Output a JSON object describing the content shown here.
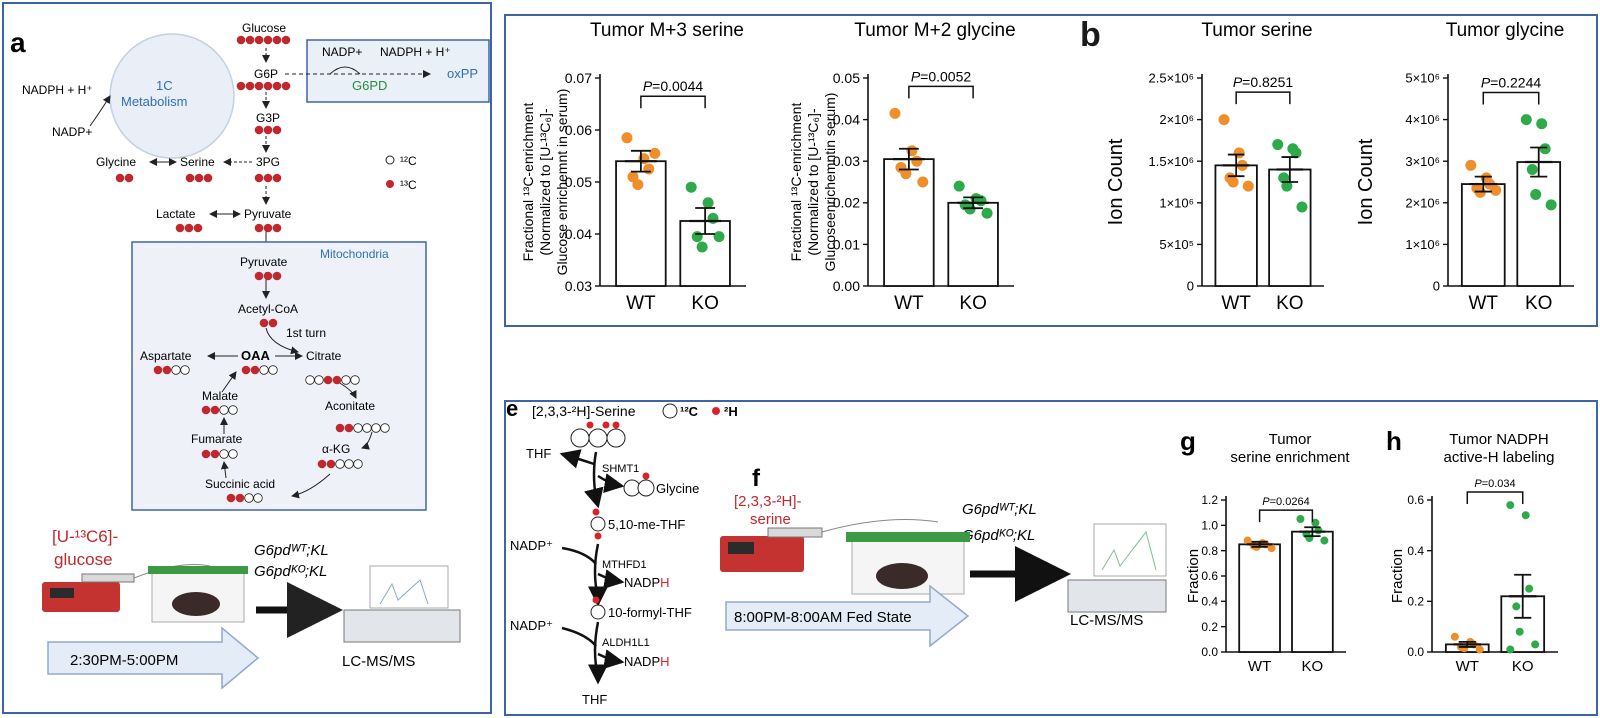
{
  "panel_a": {
    "letter": "a",
    "metabolites": {
      "glucose": "Glucose",
      "g6p": "G6P",
      "g3p": "G3P",
      "pg3": "3PG",
      "serine": "Serine",
      "glycine": "Glycine",
      "lactate": "Lactate",
      "pyruvate": "Pyruvate",
      "pyruvate_mito": "Pyruvate",
      "acetyl_coa": "Acetyl-CoA",
      "first_turn": "1st turn",
      "oaa": "OAA",
      "citrate": "Citrate",
      "aspartate": "Aspartate",
      "aconitate": "Aconitate",
      "malate": "Malate",
      "fumarate": "Fumarate",
      "akg": "α-KG",
      "succinic": "Succinic acid"
    },
    "one_c_line1": "1C",
    "one_c_line2": "Metabolism",
    "nadph_h": "NADPH + H⁺",
    "nadp": "NADP+",
    "oxpp_nadp": "NADP+",
    "oxpp_nadph": "NADPH + H⁺",
    "g6pd": "G6PD",
    "oxpp": "oxPP",
    "mitochondria": "Mitochondria",
    "legend_12c": "¹²C",
    "legend_13c": "¹³C",
    "tracer_line1": "[U-¹³C6]-",
    "tracer_line2": "glucose",
    "genotype_wt": "G6pdᵂᵀ;KL",
    "genotype_ko": "G6pdᴷᴼ;KL",
    "time_window": "2:30PM-5:00PM",
    "lcms": "LC-MS/MS"
  },
  "panel_b": {
    "letter": "b"
  },
  "panel_e": {
    "letter": "e",
    "tracer": "[2,3,3-²H]-Serine",
    "legend_12c": "¹²C",
    "legend_2h": "²H",
    "thf_top": "THF",
    "shmt1": "SHMT1",
    "glycine": "Glycine",
    "methylene_thf": "5,10-me-THF",
    "nadp1": "NADP⁺",
    "mthfd1": "MTHFD1",
    "nadph1_main": "NADP",
    "nadph1_h": "H",
    "formyl_thf": "10-formyl-THF",
    "nadp2": "NADP⁺",
    "aldh1l1": "ALDH1L1",
    "nadph2_main": "NADP",
    "nadph2_h": "H",
    "thf_bottom": "THF"
  },
  "panel_f": {
    "letter": "f",
    "tracer_line1": "[2,3,3-²H]-",
    "tracer_line2": "serine",
    "genotype_wt": "G6pdᵂᵀ;KL",
    "genotype_ko": "G6pdᴷᴼ;KL",
    "time_window": "8:00PM-8:00AM  Fed State",
    "lcms": "LC-MS/MS"
  },
  "colors": {
    "wt": "#ee8f2c",
    "ko": "#2eaa4a",
    "red": "#c0282e",
    "frame": "#3e64a8",
    "blue_text": "#2f6fb5",
    "mito_fill": "#eef2f8"
  },
  "chart_data": [
    {
      "id": "m3serine",
      "type": "bar",
      "title": "Tumor M+3 serine",
      "ylabel_lines": [
        "Fractional ¹³C-enrichment",
        "(Normalized to [U-¹³C₆]-",
        "Glucose enrichemnt in serum)"
      ],
      "categories": [
        "WT",
        "KO"
      ],
      "values": [
        0.054,
        0.0425
      ],
      "sem": [
        0.002,
        0.0025
      ],
      "points": [
        [
          0.0585,
          0.0545,
          0.0525,
          0.051,
          0.0495,
          0.0555
        ],
        [
          0.049,
          0.046,
          0.043,
          0.0395,
          0.0375,
          0.0395
        ]
      ],
      "ylim": [
        0.03,
        0.07
      ],
      "yticks": [
        0.03,
        0.04,
        0.05,
        0.06,
        0.07
      ],
      "ytick_labels": [
        "0.03",
        "0.04",
        "0.05",
        "0.06",
        "0.07"
      ],
      "pvalue": "P=0.0044",
      "bracket_y": 0.0665
    },
    {
      "id": "m2glycine",
      "type": "bar",
      "title": "Tumor M+2 glycine",
      "ylabel_lines": [
        "Fractional ¹³C-enrichment",
        "(Normalized to [U-¹³C₆]-",
        "Glucoseenrichemntin serum)"
      ],
      "categories": [
        "WT",
        "KO"
      ],
      "values": [
        0.0305,
        0.02
      ],
      "sem": [
        0.0025,
        0.0013
      ],
      "points": [
        [
          0.0415,
          0.0325,
          0.03,
          0.0285,
          0.027,
          0.025
        ],
        [
          0.024,
          0.021,
          0.0205,
          0.0195,
          0.0185,
          0.0175
        ]
      ],
      "ylim": [
        0.0,
        0.05
      ],
      "yticks": [
        0.0,
        0.01,
        0.02,
        0.03,
        0.04,
        0.05
      ],
      "ytick_labels": [
        "0.00",
        "0.01",
        "0.02",
        "0.03",
        "0.04",
        "0.05"
      ],
      "pvalue": "P=0.0052",
      "bracket_y": 0.048
    },
    {
      "id": "serine_ion",
      "type": "bar",
      "title": "Tumor serine",
      "ylabel_lines": [
        "Ion Count"
      ],
      "categories": [
        "WT",
        "KO"
      ],
      "values": [
        1450000,
        1400000
      ],
      "sem": [
        130000,
        150000
      ],
      "points": [
        [
          2000000,
          1600000,
          1450000,
          1300000,
          1250000,
          1200000
        ],
        [
          1700000,
          1650000,
          1600000,
          1300000,
          1200000,
          950000
        ]
      ],
      "ylim": [
        0,
        2500000
      ],
      "yticks": [
        0,
        500000,
        1000000,
        1500000,
        2000000,
        2500000
      ],
      "ytick_labels": [
        "0",
        "5×10⁵",
        "1×10⁶",
        "1.5×10⁶",
        "2×10⁶",
        "2.5×10⁶"
      ],
      "pvalue": "P=0.8251",
      "bracket_y": 2330000
    },
    {
      "id": "glycine_ion",
      "type": "bar",
      "title": "Tumor glycine",
      "ylabel_lines": [
        "Ion Count"
      ],
      "categories": [
        "WT",
        "KO"
      ],
      "values": [
        2450000,
        2980000
      ],
      "sem": [
        180000,
        350000
      ],
      "points": [
        [
          2900000,
          2600000,
          2450000,
          2350000,
          2250000,
          2300000
        ],
        [
          4000000,
          3900000,
          3300000,
          2800000,
          2200000,
          1950000
        ]
      ],
      "ylim": [
        0,
        5000000
      ],
      "yticks": [
        0,
        1000000,
        2000000,
        3000000,
        4000000,
        5000000
      ],
      "ytick_labels": [
        "0",
        "1×10⁶",
        "2×10⁶",
        "3×10⁶",
        "4×10⁶",
        "5×10⁶"
      ],
      "pvalue": "P=0.2244",
      "bracket_y": 4650000
    },
    {
      "id": "g_serine_enrichment",
      "type": "bar",
      "letter": "g",
      "title_lines": [
        "Tumor",
        "serine enrichment"
      ],
      "ylabel_lines": [
        "Fraction"
      ],
      "categories": [
        "WT",
        "KO"
      ],
      "values": [
        0.85,
        0.95
      ],
      "sem": [
        0.02,
        0.035
      ],
      "points": [
        [
          0.88,
          0.86,
          0.85,
          0.84,
          0.83,
          0.82
        ],
        [
          1.05,
          1.02,
          0.96,
          0.93,
          0.9,
          0.88
        ]
      ],
      "ylim": [
        0,
        1.2
      ],
      "yticks": [
        0,
        0.2,
        0.4,
        0.6,
        0.8,
        1.0,
        1.2
      ],
      "ytick_labels": [
        "0.0",
        "0.2",
        "0.4",
        "0.6",
        "0.8",
        "1.0",
        "1.2"
      ],
      "pvalue": "P=0.0264",
      "bracket_y": 1.12
    },
    {
      "id": "h_nadph",
      "type": "bar",
      "letter": "h",
      "title_lines": [
        "Tumor NADPH",
        "active-H labeling"
      ],
      "ylabel_lines": [
        "Fraction"
      ],
      "categories": [
        "WT",
        "KO"
      ],
      "values": [
        0.03,
        0.22
      ],
      "sem": [
        0.01,
        0.085
      ],
      "points": [
        [
          0.06,
          0.04,
          0.03,
          0.02,
          0.015,
          0.01
        ],
        [
          0.58,
          0.54,
          0.25,
          0.18,
          0.08,
          0.03,
          0.01
        ]
      ],
      "ylim": [
        0,
        0.6
      ],
      "yticks": [
        0,
        0.2,
        0.4,
        0.6
      ],
      "ytick_labels": [
        "0.0",
        "0.2",
        "0.4",
        "0.6"
      ],
      "pvalue": "P=0.034",
      "bracket_y": 0.66
    }
  ]
}
